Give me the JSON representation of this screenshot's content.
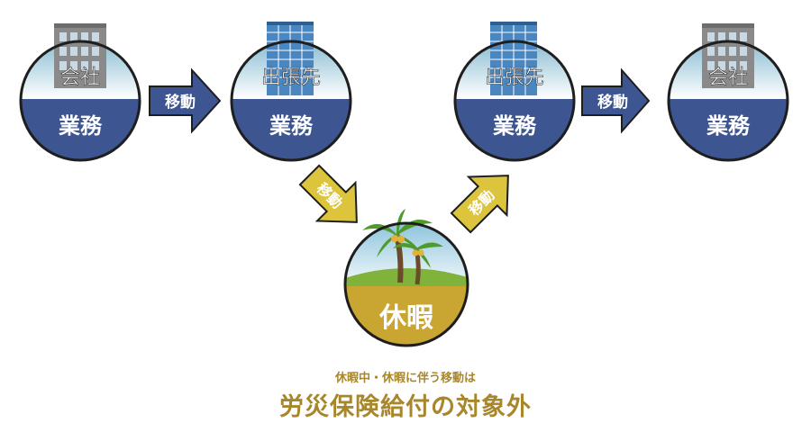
{
  "colors": {
    "navy": "#3d5591",
    "navy_dark": "#2c3f6f",
    "sky_top": "#7fb7cf",
    "sky_bottom": "#ffffff",
    "gold": "#c9a532",
    "gold_dark": "#8a6f1a",
    "gold_arrow": "#dcc43c",
    "green": "#7fb33b",
    "caption": "#a8862c"
  },
  "nodes": {
    "office_start": {
      "top_label": "会社",
      "bottom_label": "業務",
      "icon": "office-building-icon"
    },
    "trip_1": {
      "top_label": "出張先",
      "bottom_label": "業務",
      "icon": "glass-building-icon"
    },
    "trip_2": {
      "top_label": "出張先",
      "bottom_label": "業務",
      "icon": "glass-building-icon"
    },
    "office_end": {
      "top_label": "会社",
      "bottom_label": "業務",
      "icon": "office-building-icon"
    },
    "vacation": {
      "label": "休暇",
      "icon": "palm-tree-icon"
    }
  },
  "arrows": {
    "a1": {
      "label": "移動"
    },
    "a2": {
      "label": "移動"
    },
    "a3": {
      "label": "移動"
    },
    "a4": {
      "label": "移動"
    }
  },
  "caption": {
    "sub": "休暇中・休暇に伴う移動は",
    "main": "労災保険給付の対象外"
  }
}
